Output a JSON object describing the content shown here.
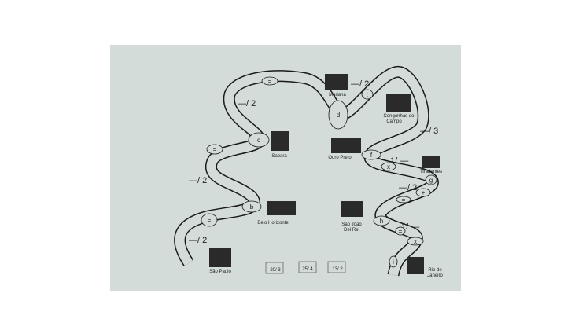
{
  "cities": [
    {
      "name": "Mariana"
    },
    {
      "name": "Congonhas do",
      "name2": "Campo"
    },
    {
      "name": "Sabará"
    },
    {
      "name": "Ouro Preto"
    },
    {
      "name": "Tiradentes"
    },
    {
      "name": "Belo Horizonte"
    },
    {
      "name": "São João",
      "name2": "Del Rei"
    },
    {
      "name": "São Paulo"
    },
    {
      "name": "Rio de",
      "name2": "Janeiro"
    }
  ],
  "operations": [
    "—/ 2",
    "—/ 2",
    "—/ 2",
    "—/ 2",
    "—/ 3",
    "1/ —",
    "—/ 2",
    "1/ —"
  ],
  "bubbles": [
    "=",
    "c",
    "=",
    "b",
    "=",
    "d",
    ":",
    "f",
    "x",
    "g",
    "h",
    "+",
    "=",
    "x",
    "=",
    "i"
  ],
  "suitcases": [
    "20/ 3",
    "25/ 4",
    "13/ 2"
  ],
  "colors": {
    "board": "#d3dcd8",
    "ink": "#1a1a1a"
  }
}
